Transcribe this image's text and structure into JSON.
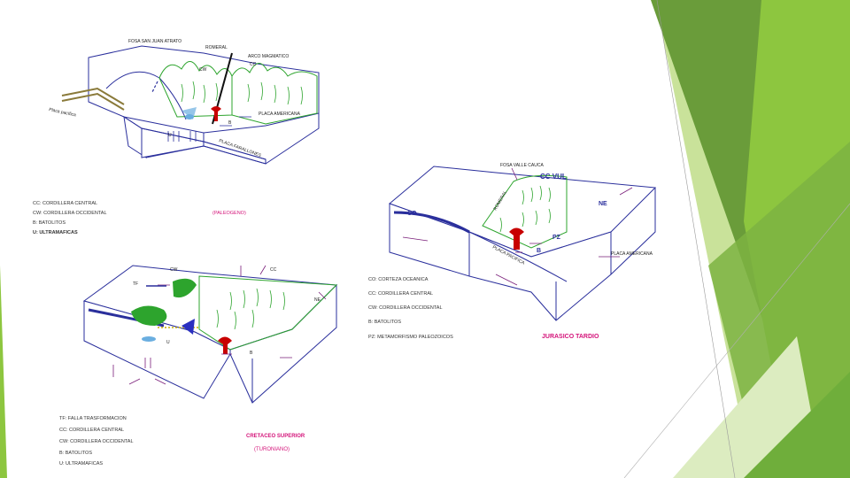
{
  "colors": {
    "accent_green": "#8dc63f",
    "dark_green": "#6a9c3a",
    "light_green": "#c9e29a",
    "block_blue": "#2a2f9c",
    "cordillera_green": "#2da42d",
    "batolito_red": "#c80000",
    "title_magenta": "#d4147a",
    "arrow_purple": "#7a1e7a"
  },
  "diagram_top": {
    "labels": {
      "fosa": "FOSA SAN JUAN ATRATO",
      "romeral": "ROMERAL",
      "arco": "ARCO MAGMATICO",
      "cc": "CC",
      "cw": "CW",
      "placa_pacifica": "Placa pacífica",
      "placa_americana": "PLACA AMERICANA",
      "placa_farallones": "PLACA FARALLONES",
      "b": "B",
      "u": "U"
    },
    "legend": [
      "CC: CORDILLERA CENTRAL",
      "CW: CORDILLERA OCCIDENTAL",
      "B: BATOLITOS",
      "U: ULTRAMAFICAS"
    ],
    "period": "(PALEOGENO)"
  },
  "diagram_right": {
    "labels": {
      "fosa": "FOSA VALLE CAUCA",
      "cc_vul": "CC VUL",
      "ne": "NE",
      "co": "CO",
      "pz": "PZ",
      "b": "B",
      "placa_pacifica": "PLACA PACIFICA",
      "placa_americana": "PLACA AMERICANA",
      "romeral": "ROMERAL"
    },
    "legend": [
      "CO: CORTEZA OCEANICA",
      "CC: CORDILLERA CENTRAL",
      "CW: CORDILLERA OCCIDENTAL",
      "B: BATOLITOS",
      "PZ: METAMORFISMO PALEOZOICOS"
    ],
    "period": "JURASICO TARDIO"
  },
  "diagram_bottom": {
    "labels": {
      "cw": "CW",
      "cc": "CC",
      "tf": "TF",
      "ne": "NE",
      "u": "U",
      "b": "B"
    },
    "legend": [
      "TF: FALLA TRASFORMACION",
      "CC: CORDILLERA CENTRAL",
      "CW: CORDILLERA OCCIDENTAL",
      "B: BATOLITOS",
      "U: ULTRAMAFICAS"
    ],
    "period": "CRETACEO SUPERIOR",
    "subperiod": "(TURONIANO)"
  }
}
